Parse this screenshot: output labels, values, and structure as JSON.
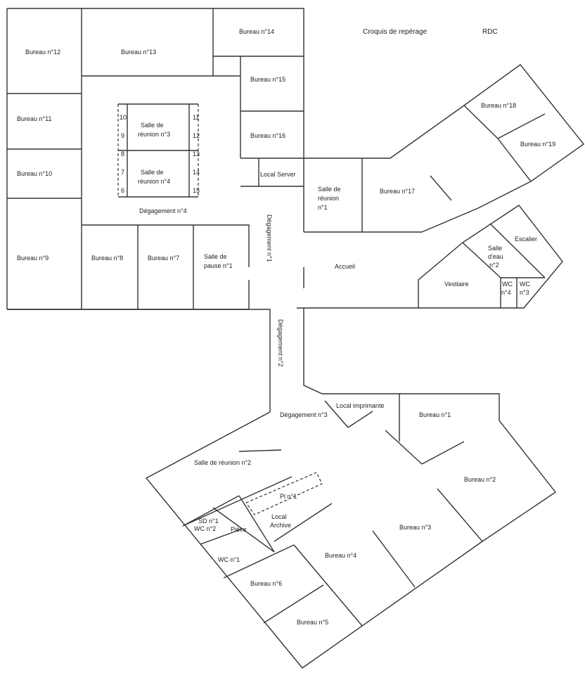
{
  "header": {
    "title": "Croquis de repérage",
    "level": "RDC"
  },
  "rooms": {
    "b12": "Bureau n°12",
    "b13": "Bureau n°13",
    "b14": "Bureau n°14",
    "b15": "Bureau n°15",
    "b16": "Bureau n°16",
    "b11": "Bureau n°11",
    "b10": "Bureau n°10",
    "b9": "Bureau n°9",
    "b8": "Bureau n°8",
    "b7": "Bureau n°7",
    "b18": "Bureau n°18",
    "b19": "Bureau n°19",
    "b17": "Bureau n°17",
    "b1": "Bureau n°1",
    "b2": "Bureau n°2",
    "b3": "Bureau n°3",
    "b4": "Bureau n°4",
    "b5": "Bureau n°5",
    "b6": "Bureau n°6",
    "sr3_a": "Salle de",
    "sr3_b": "réunion n°3",
    "sr4_a": "Salle de",
    "sr4_b": "réunion n°4",
    "sr1_a": "Salle de",
    "sr1_b": "réunion",
    "sr1_c": "n°1",
    "sp_a": "Salle de",
    "sp_b": "pause n°1",
    "sr2": "Salle de réunion n°2",
    "local_server": "Local Server",
    "local_imprimante": "Local imprimante",
    "local_archive_a": "Local",
    "local_archive_b": "Archive",
    "accueil": "Accueil",
    "vestiaire": "Vestiaire",
    "escalier": "Escalier",
    "se_a": "Salle",
    "se_b": "d'eau",
    "se_c": "n°2",
    "wc4_a": "WC",
    "wc4_b": "n°4",
    "wc3_a": "WC",
    "wc3_b": "n°3",
    "wc1": "WC n°1",
    "sd1": "SD n°1",
    "wc2": "WC n°2",
    "piece": "Pièce",
    "pl1": "Pl n°1",
    "deg4": "Dégagement n°4",
    "deg1": "Dégagement n°1",
    "deg2": "Dégagement n°2",
    "deg3": "Dégagement n°3"
  },
  "seats": [
    "10",
    "9",
    "8",
    "7",
    "6",
    "11",
    "12",
    "13",
    "14",
    "15"
  ]
}
